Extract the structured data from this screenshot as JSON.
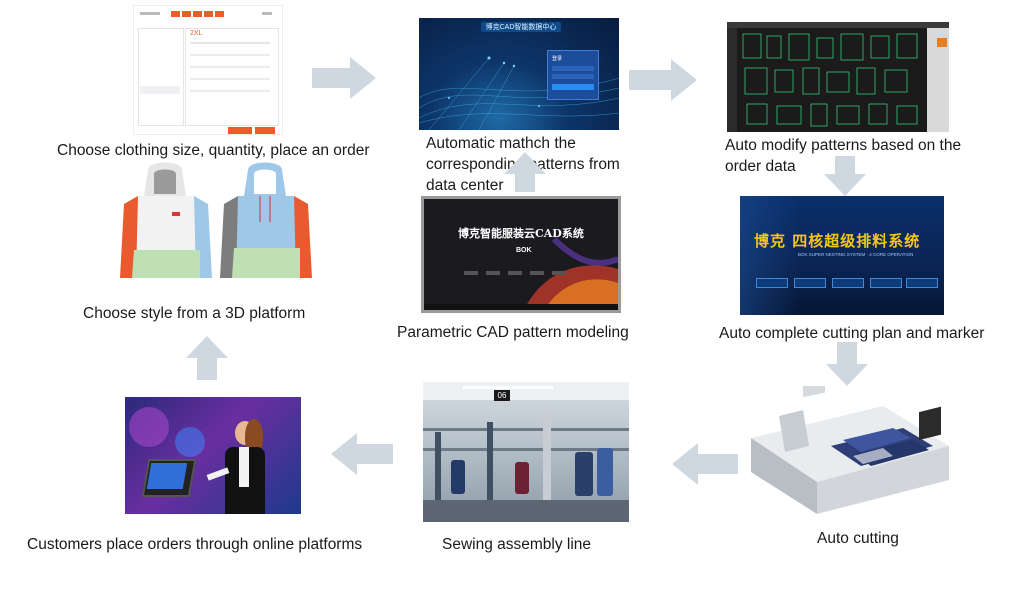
{
  "steps": [
    {
      "id": "order",
      "caption": "Choose clothing size, quantity, place an order"
    },
    {
      "id": "match",
      "caption_lines": [
        "Automatic mathch the",
        "corresponding patterns from",
        "data center"
      ]
    },
    {
      "id": "modify",
      "caption_lines": [
        "Auto modify patterns based on the",
        "order data"
      ]
    },
    {
      "id": "style3d",
      "caption": "Choose style from a 3D platform"
    },
    {
      "id": "cad",
      "caption": "Parametric CAD pattern modeling"
    },
    {
      "id": "cutplan",
      "caption": "Auto complete cutting plan and marker"
    },
    {
      "id": "online",
      "caption": "Customers place orders through online platforms"
    },
    {
      "id": "sewing",
      "caption": "Sewing assembly line"
    },
    {
      "id": "cutting",
      "caption": "Auto cutting"
    }
  ],
  "screens": {
    "order_form": {
      "size_label": "2XL",
      "btn_primary": "",
      "btn_secondary": ""
    },
    "data_center": {
      "title": "博克CAD智能数据中心",
      "login_title": "登录"
    },
    "cad_splash": {
      "title": "博克智能服装云CAD系统",
      "brand": "BOK"
    },
    "nesting": {
      "title_cn": "博克 四核超级排料系统",
      "subtitle": "BOK SUPER NESTING SYSTEM · 4 CORE OPERATION"
    },
    "sewing_sign": "06"
  },
  "colors": {
    "arrow": "#cfd8e0",
    "order_accent": "#f05a28",
    "screen_blue": "#0b2a5b"
  }
}
